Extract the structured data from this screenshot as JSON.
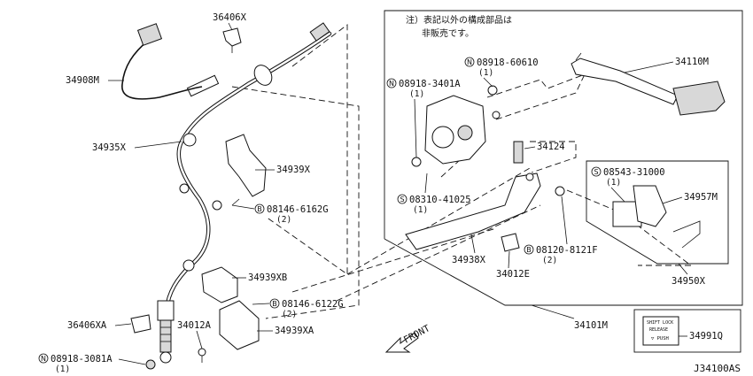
{
  "diagram_id": "J34100AS",
  "note": {
    "line1": "注）表記以外の構成部品は",
    "line2": "非販売です。"
  },
  "front_label": "FRONT",
  "parts": {
    "p36406X": {
      "code": "36406X"
    },
    "p34908M": {
      "code": "34908M"
    },
    "p34935X": {
      "code": "34935X"
    },
    "p34939X": {
      "code": "34939X"
    },
    "b08146_6162G": {
      "prefix": "B",
      "code": "08146-6162G",
      "qty": "(2)"
    },
    "p34939XB": {
      "code": "34939XB"
    },
    "b08146_6122G": {
      "prefix": "B",
      "code": "08146-6122G",
      "qty": "(2)"
    },
    "p36406XA": {
      "code": "36406XA"
    },
    "p34012A": {
      "code": "34012A"
    },
    "p34939XA": {
      "code": "34939XA"
    },
    "n08918_3081A": {
      "prefix": "N",
      "code": "08918-3081A",
      "qty": "(1)"
    },
    "n08918_60610": {
      "prefix": "N",
      "code": "08918-60610",
      "qty": "(1)"
    },
    "n08918_3401A": {
      "prefix": "N",
      "code": "08918-3401A",
      "qty": "(1)"
    },
    "p34110M": {
      "code": "34110M"
    },
    "p34124": {
      "code": "34124"
    },
    "s08310_41025": {
      "prefix": "S",
      "code": "08310-41025",
      "qty": "(1)"
    },
    "s08543_31000": {
      "prefix": "S",
      "code": "08543-31000",
      "qty": "(1)"
    },
    "p34957M": {
      "code": "34957M"
    },
    "p34938X": {
      "code": "34938X"
    },
    "p34012E": {
      "code": "34012E"
    },
    "b08120_8121F": {
      "prefix": "B",
      "code": "08120-8121F",
      "qty": "(2)"
    },
    "p34950X": {
      "code": "34950X"
    },
    "p34101M": {
      "code": "34101M"
    },
    "p34991Q": {
      "code": "34991Q"
    }
  },
  "label_plate": {
    "line1": "SHIFT LOCK",
    "line2": "RELEASE",
    "line3": "▽ PUSH"
  }
}
